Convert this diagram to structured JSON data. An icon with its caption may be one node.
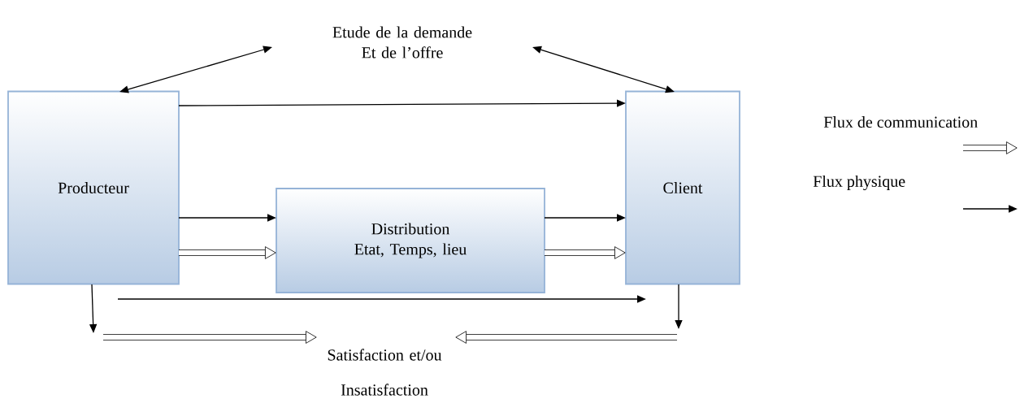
{
  "diagram": {
    "nodes": [
      {
        "text": [
          "Producteur"
        ]
      },
      {
        "text": [
          "Client"
        ]
      },
      {
        "text": [
          "Distribution Etat, Temps, lieu"
        ]
      },
      {
        "text": [
          "Etude de la demande Et de l’offre"
        ]
      },
      {
        "text": [
          "Satisfaction et/ou",
          "Insatisfaction"
        ]
      }
    ],
    "edges": [
      {
        "from": 3,
        "to": 0,
        "arrow": "both"
      },
      {
        "from": 3,
        "to": 1,
        "arrow": "both"
      },
      {
        "from": 0,
        "to": 1,
        "arrow": "to"
      },
      {
        "from": 0,
        "to": 2,
        "arrow": "to"
      },
      {
        "from": 0,
        "to": 2,
        "arrow": "to",
        "style": "thick"
      },
      {
        "from": 2,
        "to": 1,
        "arrow": "to"
      },
      {
        "from": 2,
        "to": 1,
        "arrow": "to",
        "style": "thick"
      },
      {
        "from": 0,
        "to": 1,
        "arrow": "to"
      },
      {
        "from": 0,
        "to": null,
        "arrow": "to"
      },
      {
        "from": 1,
        "to": null,
        "arrow": "to"
      },
      {
        "from": null,
        "to": 4,
        "arrow": "to",
        "style": "thick"
      },
      {
        "from": null,
        "to": 4,
        "arrow": "to",
        "style": "thick"
      }
    ],
    "legend": [
      {
        "text": "Flux de communication"
      },
      {
        "text": "Flux physique"
      }
    ]
  }
}
